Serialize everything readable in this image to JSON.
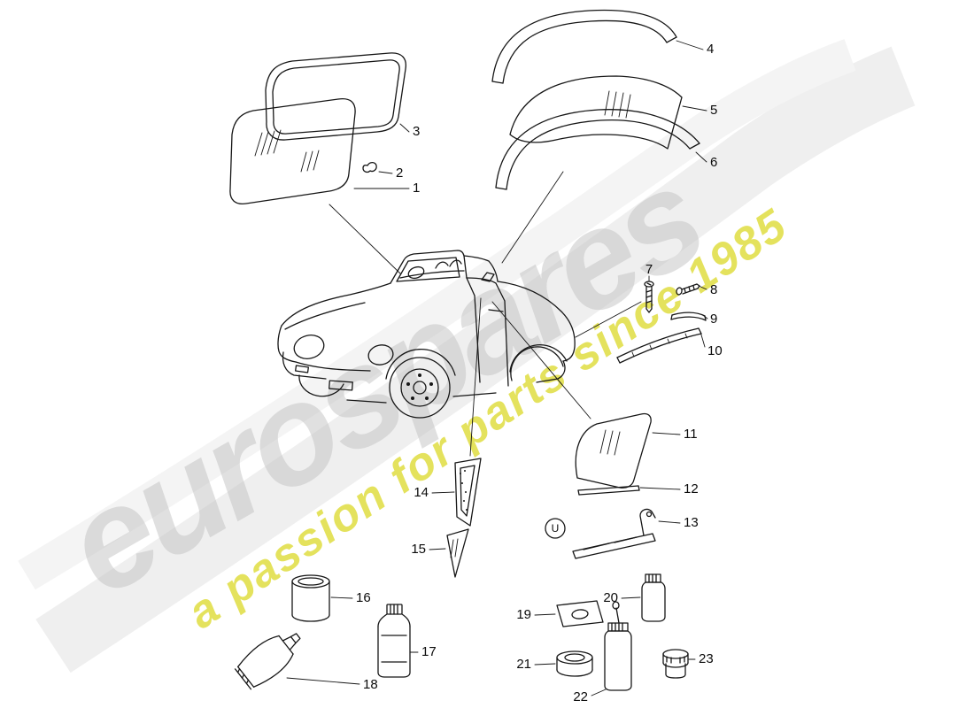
{
  "watermark": {
    "brand": "eurospares",
    "tagline": "a passion for parts since 1985",
    "brand_color": "#c2c2c2",
    "tagline_color": "#dedb35"
  },
  "colors": {
    "line": "#161616",
    "background": "#ffffff"
  },
  "marker_u": {
    "label": "U"
  },
  "callouts": [
    {
      "label": "1"
    },
    {
      "label": "2"
    },
    {
      "label": "3"
    },
    {
      "label": "4"
    },
    {
      "label": "5"
    },
    {
      "label": "6"
    },
    {
      "label": "7"
    },
    {
      "label": "8"
    },
    {
      "label": "9"
    },
    {
      "label": "10"
    },
    {
      "label": "11"
    },
    {
      "label": "12"
    },
    {
      "label": "13"
    },
    {
      "label": "14"
    },
    {
      "label": "15"
    },
    {
      "label": "16"
    },
    {
      "label": "17"
    },
    {
      "label": "18"
    },
    {
      "label": "19"
    },
    {
      "label": "20"
    },
    {
      "label": "21"
    },
    {
      "label": "22"
    },
    {
      "label": "23"
    }
  ]
}
